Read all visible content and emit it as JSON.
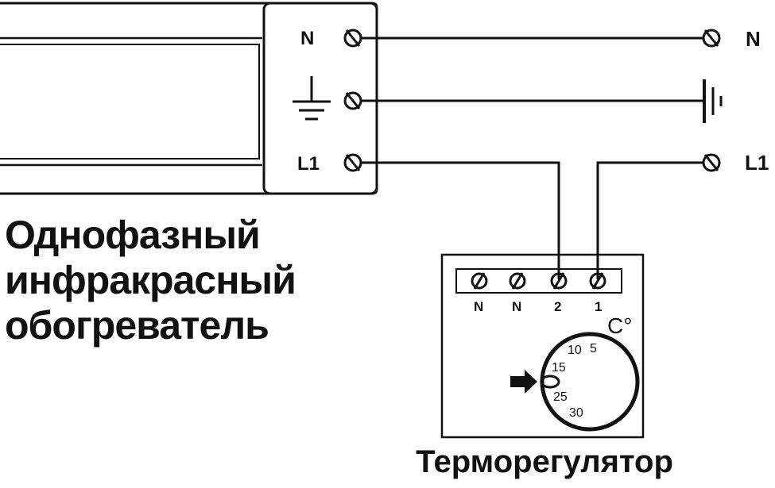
{
  "heater": {
    "title_lines": [
      "Однофазный",
      "инфракрасный",
      "обогреватель"
    ],
    "terminals": [
      "N",
      "",
      "L1"
    ]
  },
  "mains": {
    "terminals": [
      "N",
      "",
      "L1"
    ]
  },
  "thermostat": {
    "title": "Терморегулятор",
    "terminals": [
      "N",
      "N",
      "2",
      "1"
    ],
    "unit": "C°",
    "dial_scale": [
      "5",
      "10",
      "15",
      "25",
      "30"
    ]
  },
  "colors": {
    "line": "#111111",
    "background": "#ffffff"
  },
  "icons": [
    "ground-icon",
    "terminal-screw-icon",
    "pointer-arrow-icon"
  ]
}
